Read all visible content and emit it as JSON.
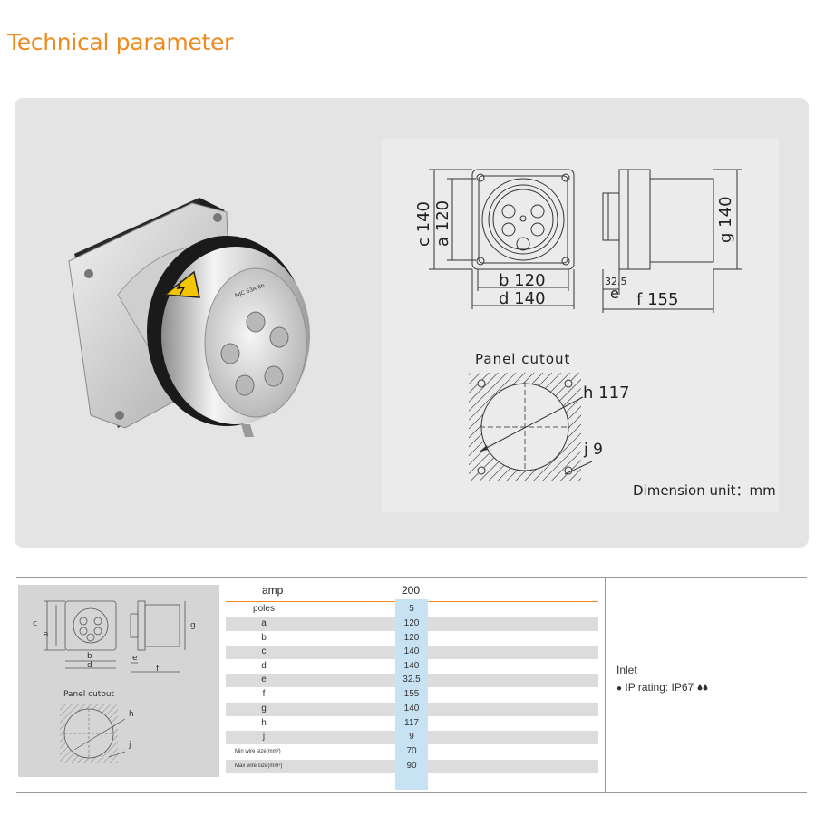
{
  "page": {
    "heading": "Technical parameter"
  },
  "drawing": {
    "front_view": {
      "c": "c",
      "c_val": "140",
      "a": "a",
      "a_val": "120",
      "b": "b",
      "b_val": "120",
      "d": "d",
      "d_val": "140"
    },
    "side_view": {
      "e": "e",
      "e_val": "32.5",
      "f": "f",
      "f_val": "155",
      "g": "g",
      "g_val": "140"
    },
    "cutout": {
      "title": "Panel cutout",
      "h": "h",
      "h_val": "117",
      "j": "j",
      "j_val": "9"
    },
    "unit_note": "Dimension unit：mm",
    "warning_label": "MJC 63A 6h"
  },
  "thumbnail": {
    "labels": {
      "c": "c",
      "a": "a",
      "b": "b",
      "d": "d",
      "e": "e",
      "f": "f",
      "g": "g",
      "h": "h",
      "j": "j"
    },
    "cutout_title": "Panel cutout"
  },
  "spec_table": {
    "header": {
      "name": "amp",
      "value": "200"
    },
    "rows": [
      {
        "name": "poles",
        "value": "5"
      },
      {
        "name": "a",
        "value": "120"
      },
      {
        "name": "b",
        "value": "120"
      },
      {
        "name": "c",
        "value": "140"
      },
      {
        "name": "d",
        "value": "140"
      },
      {
        "name": "e",
        "value": "32.5"
      },
      {
        "name": "f",
        "value": "155"
      },
      {
        "name": "g",
        "value": "140"
      },
      {
        "name": "h",
        "value": "117"
      },
      {
        "name": "j",
        "value": "9"
      },
      {
        "name": "Min wire size(mm²)",
        "value": "70"
      },
      {
        "name": "Max wire size(mm²)",
        "value": "90"
      }
    ]
  },
  "info": {
    "type": "Inlet",
    "ip_rating": "IP rating: IP67"
  },
  "colors": {
    "accent": "#ef8a1f",
    "highlight": "#c7e2f3",
    "panel": "#e4e4e4"
  }
}
